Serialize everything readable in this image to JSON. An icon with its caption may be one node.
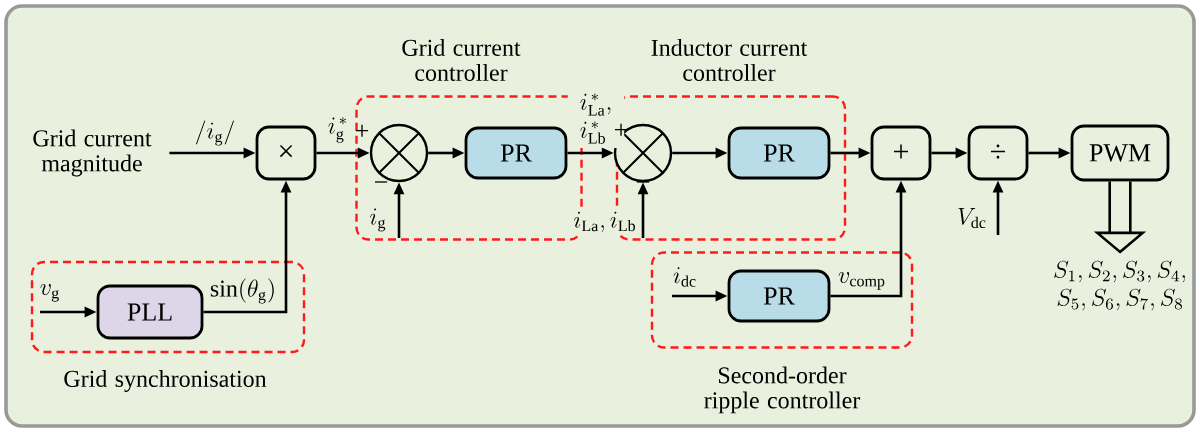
{
  "diagram": {
    "nodes": [
      {
        "text": [
          "Grid current magnitude"
        ]
      },
      {
        "text": [
          "Grid current controller"
        ]
      },
      {
        "text": [],
        "shape": "circle",
        "in": 1
      },
      {
        "text": [
          "PR"
        ],
        "in": 1
      },
      {
        "text": [
          "Inductor current controller"
        ]
      },
      {
        "text": [],
        "shape": "circle",
        "in": 4
      },
      {
        "text": [
          "PR"
        ],
        "in": 4
      },
      {
        "text": [
          "Grid synchronisation"
        ]
      },
      {
        "text": [
          "PLL"
        ],
        "in": 7
      },
      {
        "text": [
          "Second-order ripple controller"
        ]
      },
      {
        "text": [
          "PR"
        ],
        "in": 9
      },
      {
        "text": [
          "×"
        ]
      },
      {
        "text": [
          "+"
        ]
      },
      {
        "text": [
          "÷"
        ]
      },
      {
        "text": [
          "PWM"
        ]
      },
      {
        "text": [
          "\\begin{array}{c}S_1,S_2,S_3,S_4,\\\\ S_5,S_6,S_7,S_8\\end{array}"
        ]
      }
    ],
    "edges": [
      {
        "from": 0,
        "to": 11,
        "arrow": "to",
        "label": "/i_{\\mathrm{g}}/"
      },
      {
        "from": 11,
        "to": 2,
        "arrow": "to",
        "label": "i_{\\mathrm{g}}^{\\,*}"
      },
      {
        "from": null,
        "to": 2,
        "arrow": "to",
        "label": "i_{\\mathrm{g}}"
      },
      {
        "from": 2,
        "to": 3,
        "arrow": "to"
      },
      {
        "from": 3,
        "to": 5,
        "arrow": "to",
        "label": "\\begin{array}{l}i_{\\mathrm{La}}^{\\,*},\\\\ i_{\\mathrm{Lb}}^{\\,*}\\end{array}"
      },
      {
        "from": null,
        "to": 5,
        "arrow": "to",
        "label": "i_{\\mathrm{La}},i_{\\mathrm{Lb}}"
      },
      {
        "from": 5,
        "to": 6,
        "arrow": "to"
      },
      {
        "from": 6,
        "to": 12,
        "arrow": "to"
      },
      {
        "from": 12,
        "to": 13,
        "arrow": "to"
      },
      {
        "from": 13,
        "to": 14,
        "arrow": "to"
      },
      {
        "from": null,
        "to": 13,
        "arrow": "to",
        "label": "V_{\\mathrm{dc}}"
      },
      {
        "from": 14,
        "to": 15,
        "arrow": "to",
        "style": "thick"
      },
      {
        "from": null,
        "to": 8,
        "arrow": "to",
        "label": "v_{\\mathrm{g}}"
      },
      {
        "from": 8,
        "to": 11,
        "arrow": "to",
        "label": "\\sin(\\theta_{\\mathrm{g}})"
      },
      {
        "from": null,
        "to": 10,
        "arrow": "to",
        "label": "i_{\\mathrm{dc}}"
      },
      {
        "from": 10,
        "to": 12,
        "arrow": "to",
        "label": "v_{\\mathrm{comp}}"
      }
    ],
    "labels": [
      "+",
      "−",
      "+",
      "−"
    ]
  }
}
